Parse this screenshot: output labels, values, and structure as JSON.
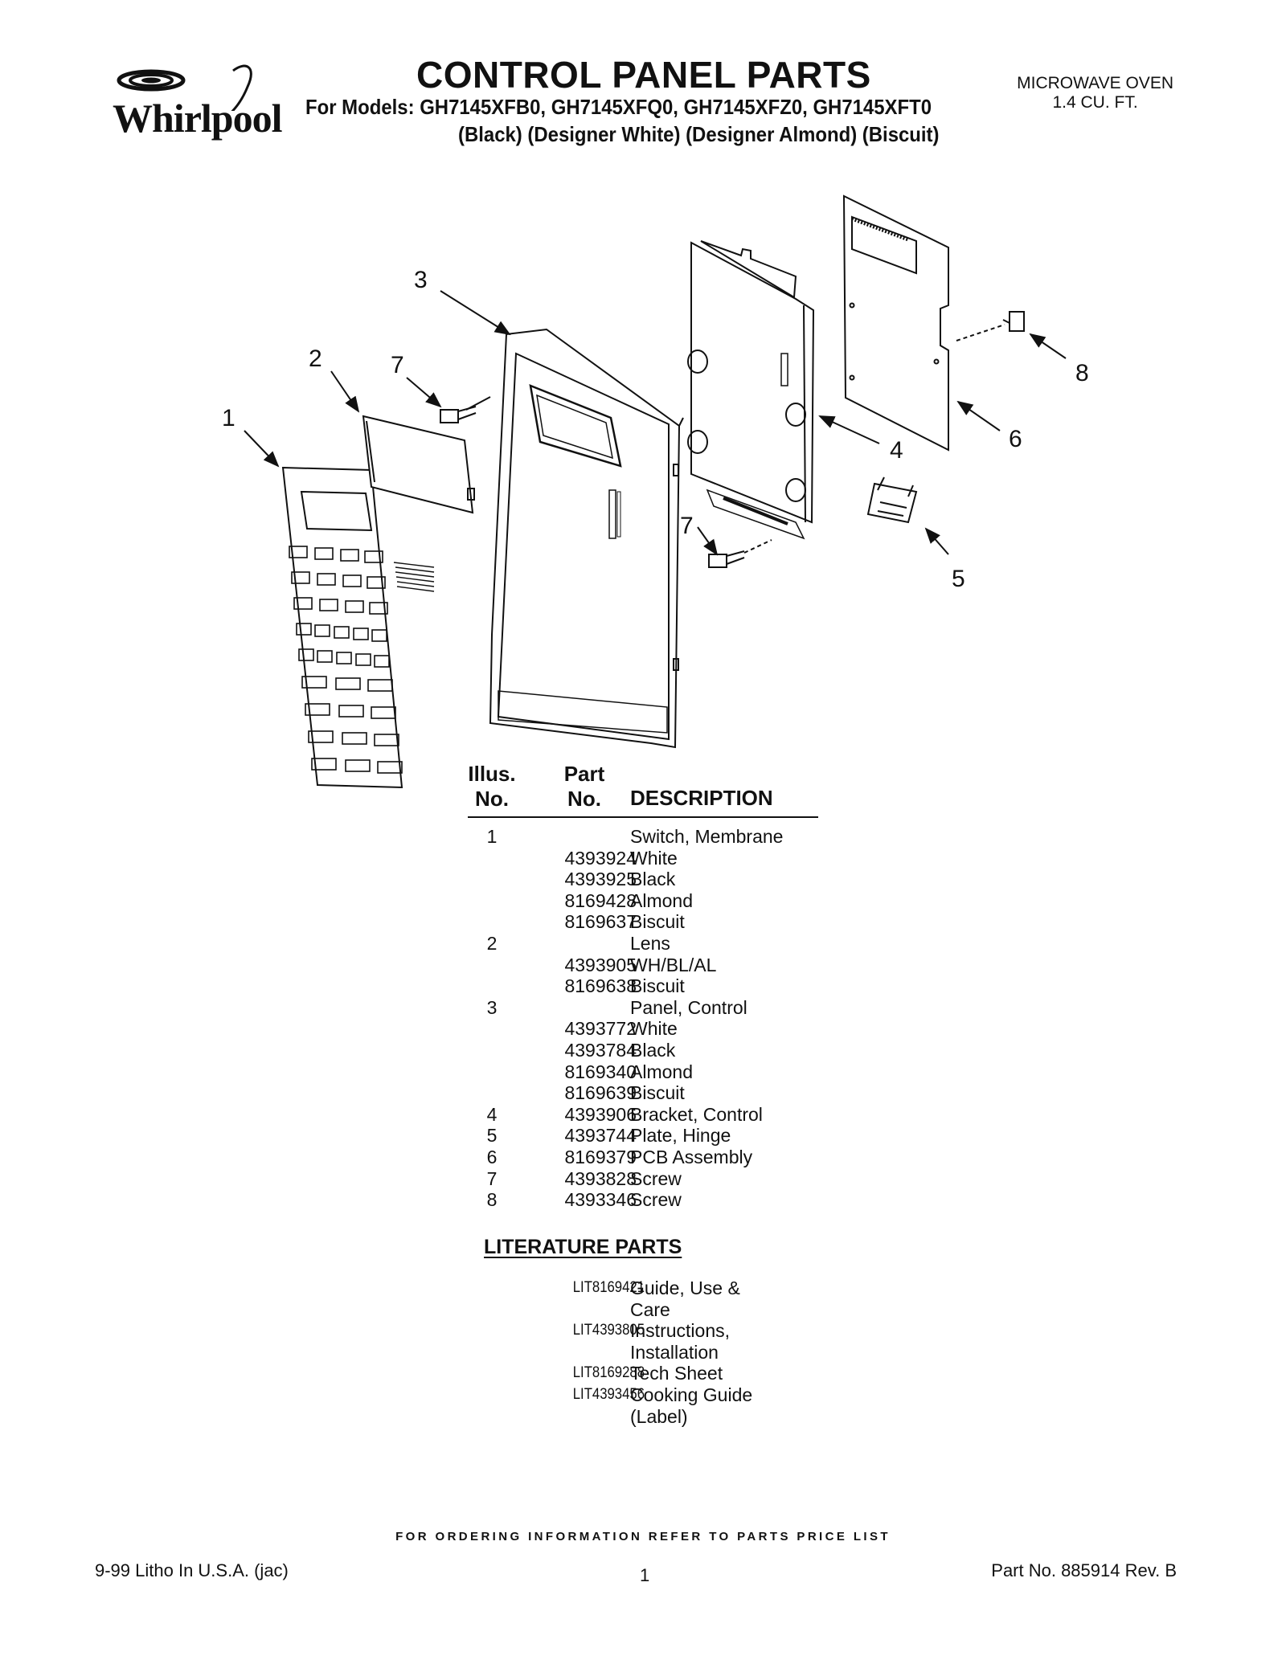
{
  "header": {
    "brand": "Whirlpool",
    "title": "CONTROL PANEL PARTS",
    "models": "For Models: GH7145XFB0, GH7145XFQ0, GH7145XFZ0, GH7145XFT0",
    "colors": "(Black)  (Designer White) (Designer Almond)  (Biscuit)",
    "product": "MICROWAVE OVEN",
    "capacity": "1.4 CU. FT."
  },
  "diagram": {
    "callouts": [
      "1",
      "2",
      "3",
      "4",
      "5",
      "6",
      "7",
      "7",
      "8"
    ]
  },
  "parts_table": {
    "headers": {
      "illus_1": "Illus.",
      "illus_2": "No.",
      "part_1": "Part",
      "part_2": "No.",
      "description": "DESCRIPTION"
    },
    "rows": [
      {
        "illus": "1",
        "part": "",
        "desc": "Switch, Membrane"
      },
      {
        "illus": "",
        "part": "4393924",
        "desc": "White"
      },
      {
        "illus": "",
        "part": "4393925",
        "desc": "Black"
      },
      {
        "illus": "",
        "part": "8169428",
        "desc": "Almond"
      },
      {
        "illus": "",
        "part": "8169637",
        "desc": "Biscuit"
      },
      {
        "illus": "2",
        "part": "",
        "desc": "Lens"
      },
      {
        "illus": "",
        "part": "4393905",
        "desc": "WH/BL/AL"
      },
      {
        "illus": "",
        "part": "8169638",
        "desc": "Biscuit"
      },
      {
        "illus": "3",
        "part": "",
        "desc": "Panel, Control"
      },
      {
        "illus": "",
        "part": "4393772",
        "desc": "White"
      },
      {
        "illus": "",
        "part": "4393784",
        "desc": "Black"
      },
      {
        "illus": "",
        "part": "8169340",
        "desc": "Almond"
      },
      {
        "illus": "",
        "part": "8169639",
        "desc": "Biscuit"
      },
      {
        "illus": "4",
        "part": "4393906",
        "desc": "Bracket, Control"
      },
      {
        "illus": "5",
        "part": "4393744",
        "desc": "Plate, Hinge"
      },
      {
        "illus": "6",
        "part": "8169379",
        "desc": "PCB Assembly"
      },
      {
        "illus": "7",
        "part": "4393828",
        "desc": "Screw"
      },
      {
        "illus": "8",
        "part": "4393346",
        "desc": "Screw"
      }
    ]
  },
  "literature": {
    "title": "LITERATURE PARTS",
    "rows": [
      {
        "part": "LIT8169421",
        "desc_1": "Guide, Use &",
        "desc_2": "Care"
      },
      {
        "part": "LIT4393805",
        "desc_1": "Instructions,",
        "desc_2": "Installation"
      },
      {
        "part": "LIT8169288",
        "desc_1": "Tech Sheet",
        "desc_2": ""
      },
      {
        "part": "LIT4393456",
        "desc_1": "Cooking Guide",
        "desc_2": "(Label)"
      }
    ]
  },
  "footer": {
    "order_note": "FOR ORDERING INFORMATION REFER TO PARTS PRICE LIST",
    "litho": "9-99 Litho In U.S.A. (jac)",
    "page": "1",
    "part_no": "Part No. 885914 Rev. B"
  }
}
